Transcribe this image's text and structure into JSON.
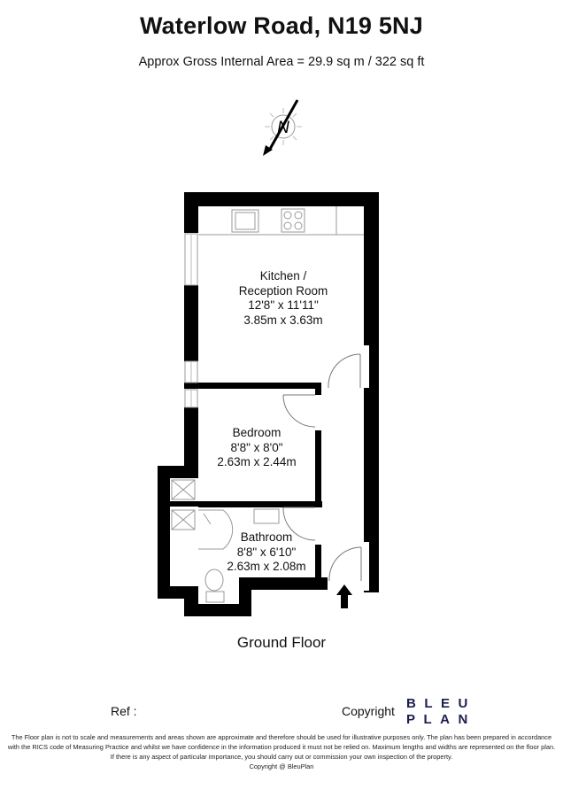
{
  "header": {
    "title": "Waterlow Road, N19 5NJ",
    "subtitle": "Approx Gross Internal Area = 29.9 sq m / 322 sq ft"
  },
  "compass": {
    "icon": "north-arrow-icon",
    "letter": "N"
  },
  "rooms": [
    {
      "name": "Kitchen /",
      "name2": "Reception Room",
      "imperial": "12'8\" x 11'11\"",
      "metric": "3.85m x 3.63m"
    },
    {
      "name": "Bedroom",
      "imperial": "8'8\" x 8'0\"",
      "metric": "2.63m x 2.44m"
    },
    {
      "name": "Bathroom",
      "imperial": "8'8\" x 6'10\"",
      "metric": "2.63m x 2.08m"
    }
  ],
  "floor_label": "Ground Floor",
  "footer": {
    "ref_label": "Ref  :",
    "copyright_label": "Copyright",
    "logo_line1": "BLEU",
    "logo_line2": "PLAN",
    "logo_color": "#1c1f4e",
    "disclaimer_1": "The Floor plan is not to scale and measurements and areas shown are approximate and therefore should be used for illustrative purposes only. The plan has been prepared in accordance",
    "disclaimer_2": "with the RICS code of Measuring Practice and whilst we have confidence in the information produced it must not be relied on. Maximum lengths and widths are represented on the floor plan.",
    "disclaimer_3": "If there is any aspect of particular importance, you should carry out or commission your own inspection of the property.",
    "disclaimer_4": "Copyright @ BleuPlan"
  }
}
